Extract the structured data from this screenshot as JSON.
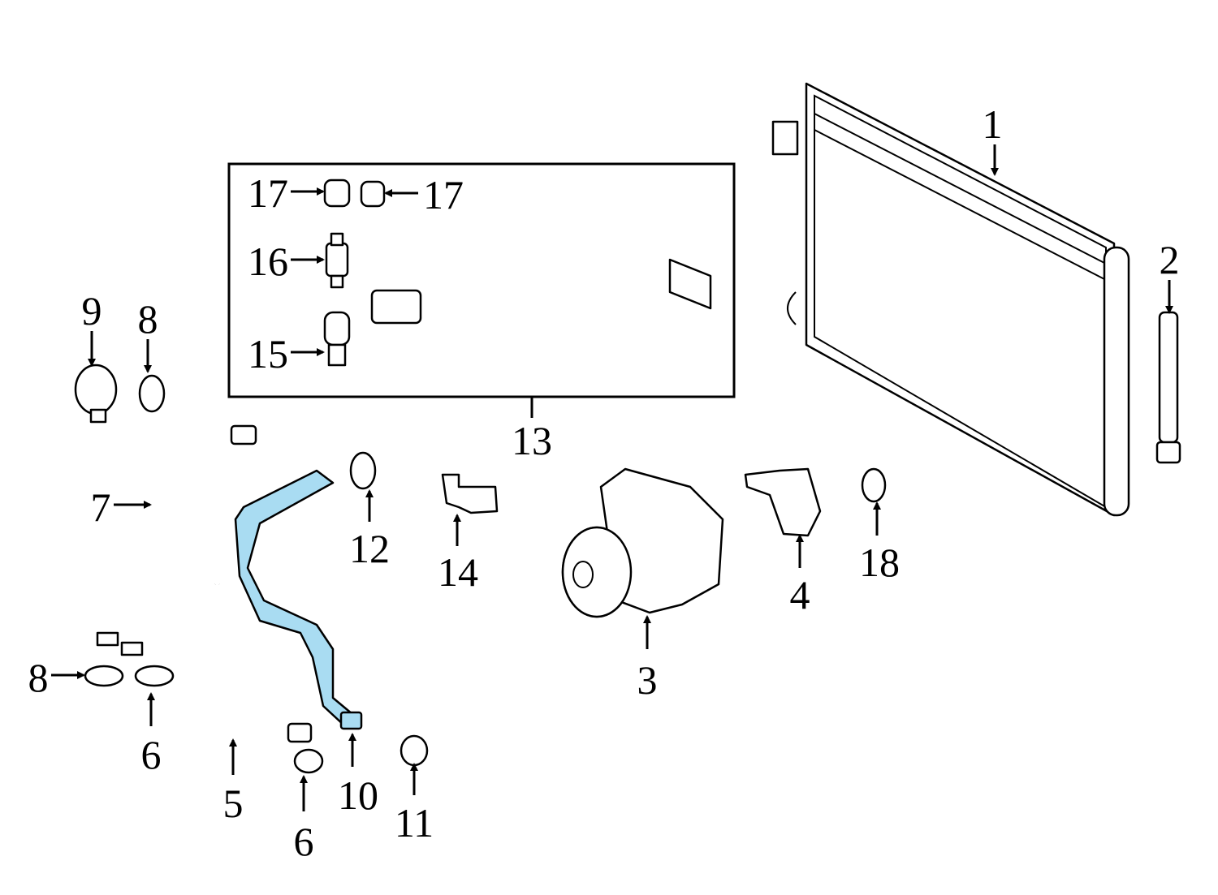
{
  "highlight_color": "#a9dcf2",
  "highlighted_part": "10",
  "callouts": {
    "p1": "1",
    "p2": "2",
    "p3": "3",
    "p4": "4",
    "p5": "5",
    "p6a": "6",
    "p6b": "6",
    "p7": "7",
    "p8a": "8",
    "p8b": "8",
    "p9": "9",
    "p10": "10",
    "p11": "11",
    "p12": "12",
    "p13": "13",
    "p14": "14",
    "p15": "15",
    "p16": "16",
    "p17a": "17",
    "p17b": "17",
    "p18": "18"
  }
}
